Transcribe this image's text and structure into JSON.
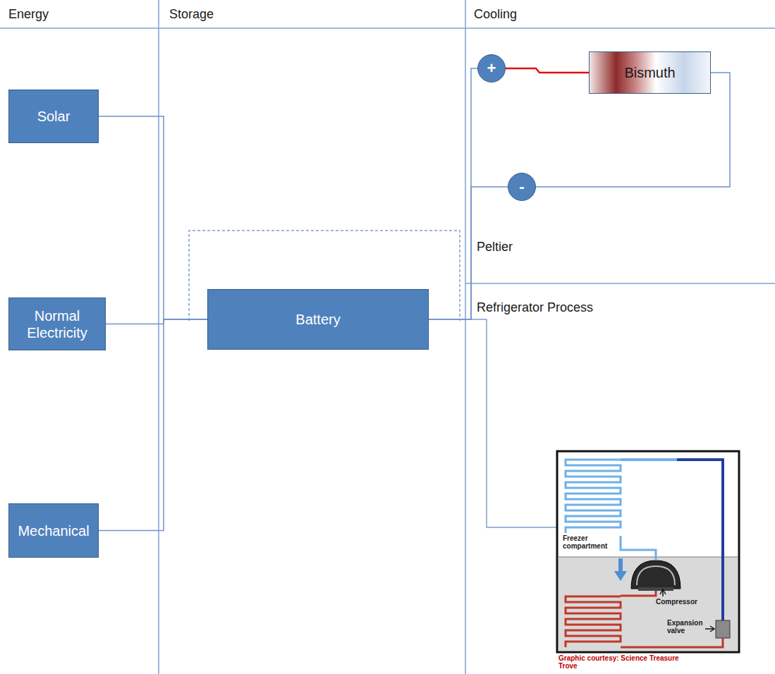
{
  "diagram": {
    "nodes": [
      {
        "text": [
          "Solar"
        ]
      },
      {
        "text": [
          "Normal Electricity"
        ]
      },
      {
        "text": [
          "Mechanical"
        ]
      },
      {
        "text": [
          "Battery"
        ]
      },
      {
        "text": [
          "+"
        ]
      },
      {
        "text": [
          "Bismuth"
        ]
      },
      {
        "text": [
          "-"
        ]
      }
    ],
    "edges": [
      {
        "from": 0,
        "to": 3,
        "arrow": "none"
      },
      {
        "from": 1,
        "to": 3,
        "arrow": "none"
      },
      {
        "from": 2,
        "to": 3,
        "arrow": "none"
      },
      {
        "from": 3,
        "to": 4,
        "arrow": "none"
      },
      {
        "from": 4,
        "to": 5,
        "arrow": "none"
      },
      {
        "from": 5,
        "to": 6,
        "arrow": "none"
      },
      {
        "from": 6,
        "to": 3,
        "arrow": "none"
      }
    ],
    "labels": [
      "Energy",
      "Storage",
      "Cooling",
      "Peltier",
      "Refrigerator Process",
      "Freezer compartment",
      "Compressor",
      "Expansion valve",
      "Graphic courtesy: Science Treasure Trove"
    ]
  }
}
